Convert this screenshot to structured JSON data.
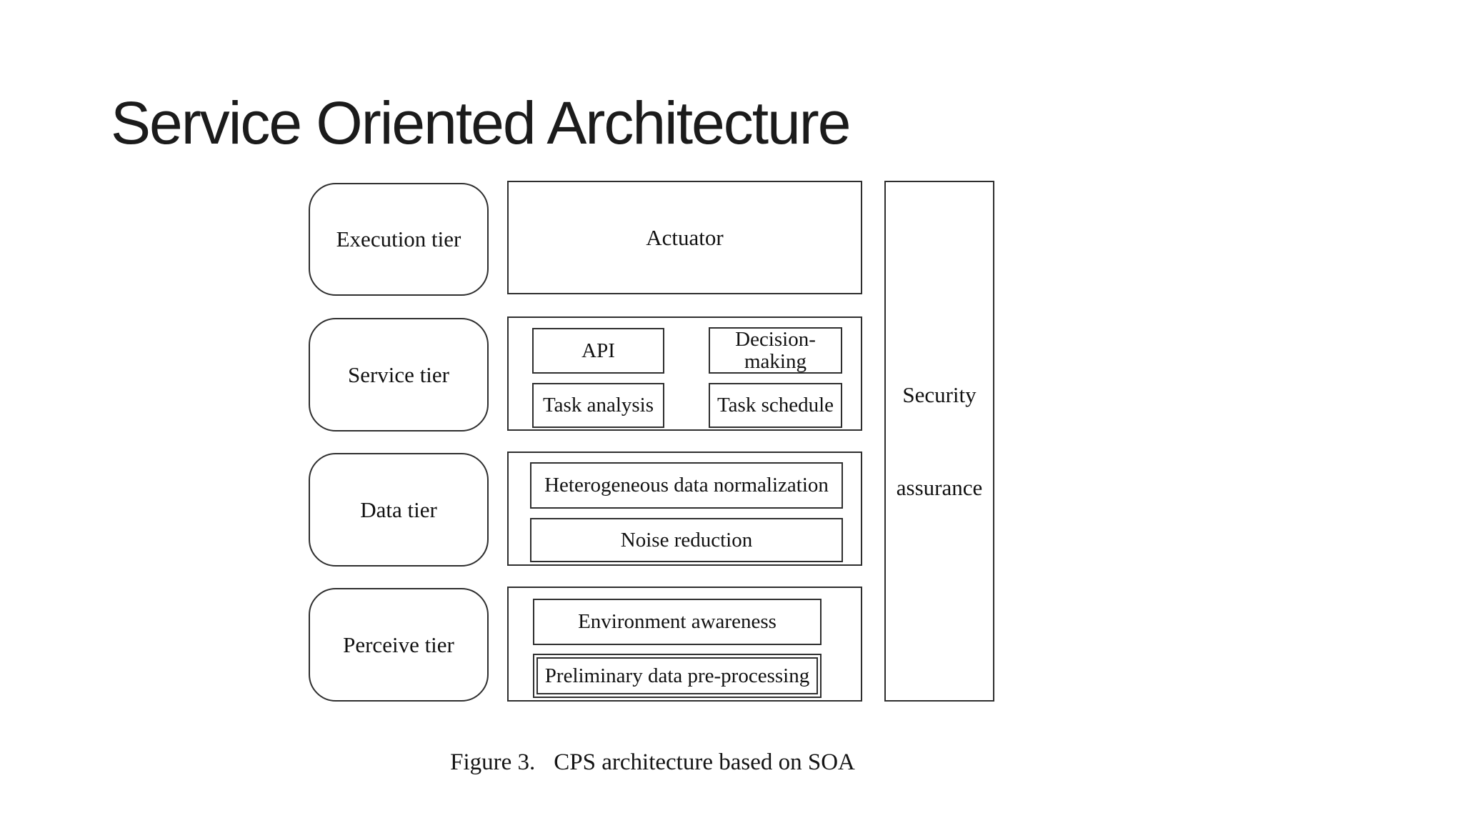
{
  "slide": {
    "title": "Service Oriented Architecture"
  },
  "diagram": {
    "tiers": [
      {
        "label": "Execution tier",
        "components": [
          "Actuator"
        ]
      },
      {
        "label": "Service tier",
        "components": [
          "API",
          "Decision-making",
          "Task analysis",
          "Task schedule"
        ]
      },
      {
        "label": "Data tier",
        "components": [
          "Heterogeneous data normalization",
          "Noise reduction"
        ]
      },
      {
        "label": "Perceive tier",
        "components": [
          "Environment awareness",
          "Preliminary data pre-processing"
        ]
      }
    ],
    "security_bar": {
      "line1": "Security",
      "line2": "assurance"
    },
    "colors": {
      "line": "#2e2e2e",
      "text": "#111111",
      "background": "#ffffff"
    }
  },
  "caption": {
    "label": "Figure 3.",
    "text": "CPS architecture based on SOA"
  }
}
